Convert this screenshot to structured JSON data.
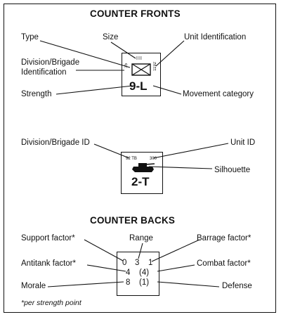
{
  "fronts": {
    "title": "COUNTER FRONTS",
    "labels": {
      "type": "Type",
      "size": "Size",
      "unit_identification": "Unit Identification",
      "division_line1": "Division/Brigade",
      "division_line2": "Identification",
      "strength": "Strength",
      "movement_category": "Movement category"
    },
    "counter1": {
      "size_mark": "III",
      "div_id": "35",
      "unit_id": "1192",
      "strength_move": "9-L"
    },
    "labels2": {
      "division_id": "Division/Brigade ID",
      "unit_id": "Unit ID",
      "silhouette": "Silhouette"
    },
    "counter2": {
      "div_id": "92 TB",
      "unit_id": "300",
      "strength_move": "2-T"
    }
  },
  "backs": {
    "title": "COUNTER BACKS",
    "labels": {
      "support": "Support factor*",
      "range": "Range",
      "barrage": "Barrage factor*",
      "antitank": "Antitank factor*",
      "combat": "Combat factor*",
      "morale": "Morale",
      "defense": "Defense"
    },
    "counter": {
      "support": "0",
      "range": "3",
      "barrage": "1",
      "antitank": "4",
      "combat": "(4)",
      "morale": "8",
      "defense": "(1)"
    },
    "footnote": "*per strength point"
  },
  "icons": {
    "counter1_type": "infantry-x-box-icon",
    "counter2_silhouette": "tank-silhouette-icon"
  }
}
